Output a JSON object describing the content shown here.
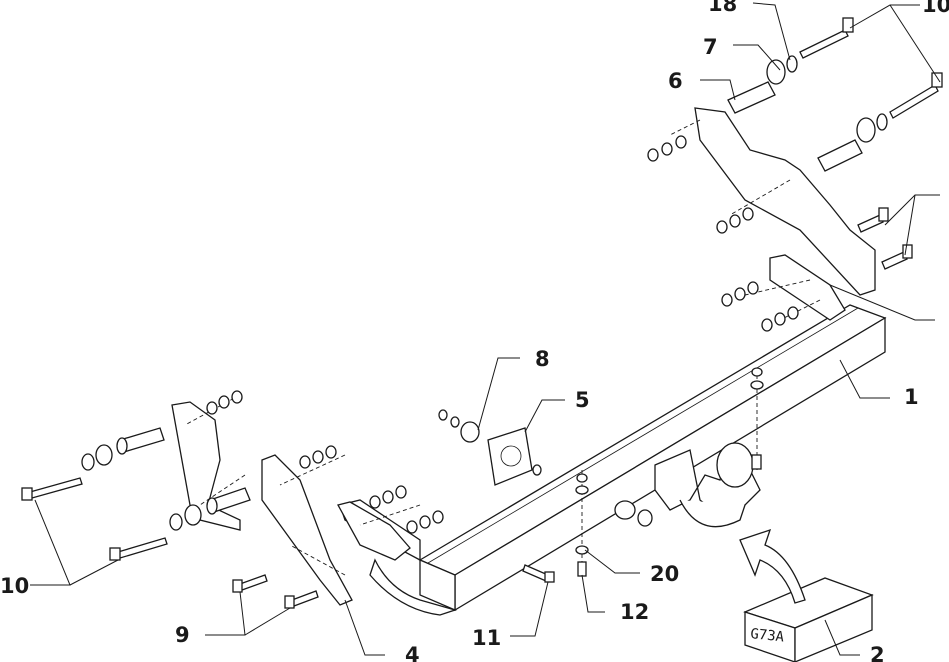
{
  "callouts": {
    "c1": "1",
    "c2": "2",
    "c4": "4",
    "c5": "5",
    "c6": "6",
    "c7": "7",
    "c8": "8",
    "c9": "9",
    "c10_right": "10",
    "c10_left": "10",
    "c11": "11",
    "c12": "12",
    "c18": "18",
    "c20": "20"
  },
  "package_label": "G73A"
}
